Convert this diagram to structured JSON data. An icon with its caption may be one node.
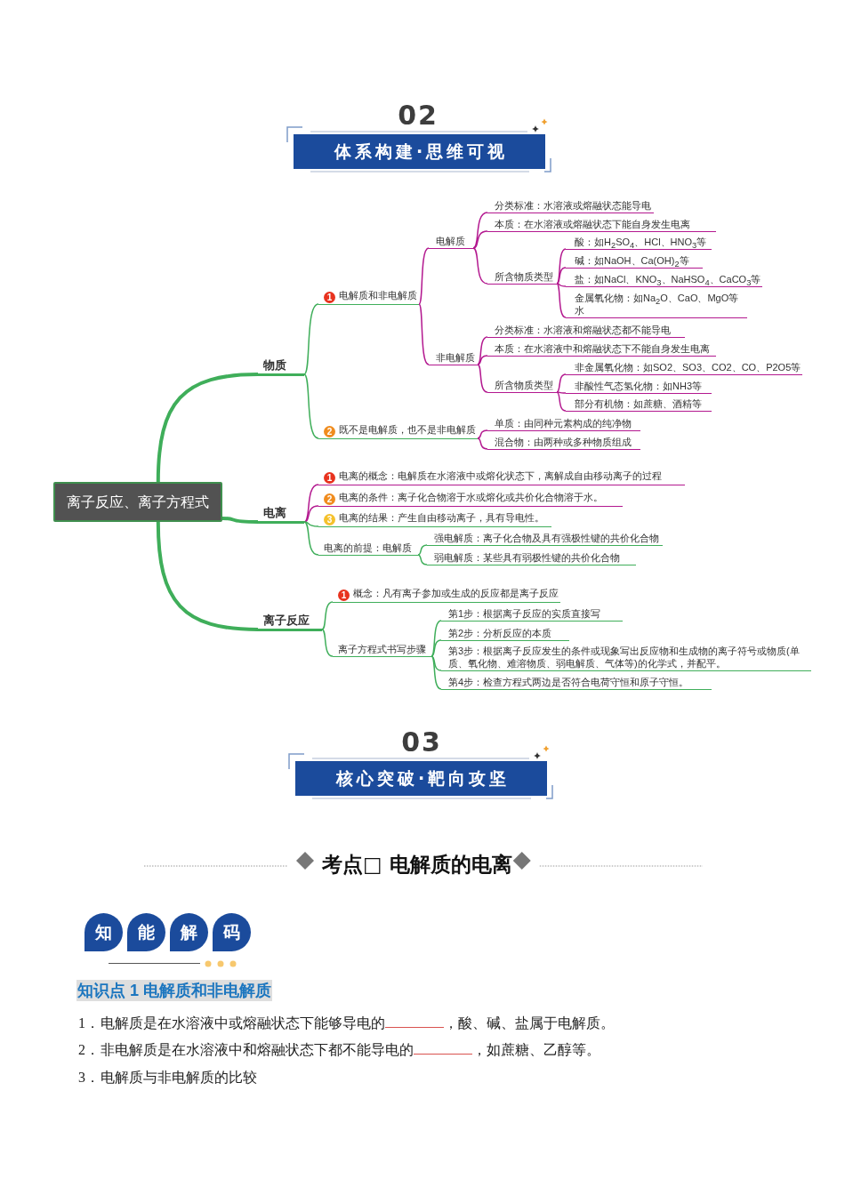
{
  "diagram": {
    "nodes": [
      {
        "text": [
          "离子反应、离子方程式"
        ]
      },
      {
        "text": [
          "物质"
        ]
      },
      {
        "text": [
          "1",
          "电解质和非电解质"
        ]
      },
      {
        "text": [
          "电解质"
        ]
      },
      {
        "text": [
          "分类标准：水溶液或熔融状态能导电"
        ]
      },
      {
        "text": [
          "本质：在水溶液或熔融状态下能自身发生电离"
        ]
      },
      {
        "text": [
          "所含物质类型"
        ]
      },
      {
        "text": [
          "酸：如H$_{2}$SO$_{4}$、HCl、HNO$_{3}$等"
        ]
      },
      {
        "text": [
          "碱：如NaOH、Ca(OH)$_{2}$等"
        ]
      },
      {
        "text": [
          "盐：如NaCl、KNO$_{3}$、NaHSO$_{4}$、CaCO$_{3}$等"
        ]
      },
      {
        "text": [
          "金属氧化物：如Na$_{2}$O、CaO、MgO等",
          "水"
        ]
      },
      {
        "text": [
          "非电解质"
        ]
      },
      {
        "text": [
          "分类标准：水溶液和熔融状态都不能导电"
        ]
      },
      {
        "text": [
          "本质：在水溶液中和熔融状态下不能自身发生电离"
        ]
      },
      {
        "text": [
          "所含物质类型"
        ]
      },
      {
        "text": [
          "非金属氧化物：如SO2、SO3、CO2、CO、P2O5等"
        ]
      },
      {
        "text": [
          "非酸性气态氢化物：如NH3等"
        ]
      },
      {
        "text": [
          "部分有机物：如蔗糖、酒精等"
        ]
      },
      {
        "text": [
          "2",
          "既不是电解质，也不是非电解质"
        ]
      },
      {
        "text": [
          "单质：由同种元素构成的纯净物"
        ]
      },
      {
        "text": [
          "混合物：由两种或多种物质组成"
        ]
      },
      {
        "text": [
          "电离"
        ]
      },
      {
        "text": [
          "1",
          "电离的概念：电解质在水溶液中或熔化状态下，离解成自由移动离子的过程"
        ]
      },
      {
        "text": [
          "2",
          "电离的条件：离子化合物溶于水或熔化或共价化合物溶于水。"
        ]
      },
      {
        "text": [
          "3",
          "电离的结果：产生自由移动离子，具有导电性。"
        ]
      },
      {
        "text": [
          "电离的前提：电解质"
        ]
      },
      {
        "text": [
          "强电解质：离子化合物及具有强极性键的共价化合物"
        ]
      },
      {
        "text": [
          "弱电解质：某些具有弱极性键的共价化合物"
        ]
      },
      {
        "text": [
          "离子反应"
        ]
      },
      {
        "text": [
          "1",
          "概念：凡有离子参加或生成的反应都是离子反应"
        ]
      },
      {
        "text": [
          "离子方程式书写步骤"
        ]
      },
      {
        "text": [
          "第1步：根据离子反应的实质直接写"
        ]
      },
      {
        "text": [
          "第2步：分析反应的本质"
        ]
      },
      {
        "text": [
          "第3步：根据离子反应发生的条件或现象写出反应物和生成物的离子符号或物质(单质、氧化物、难溶物质、弱电解质、气体等)的化学式，并配平。"
        ]
      },
      {
        "text": [
          "第4步：检查方程式两边是否符合电荷守恒和原子守恒。"
        ]
      }
    ],
    "edges": [
      {
        "from": 0,
        "to": 1,
        "arrow": "none",
        "style": "thick",
        "color": "#3fae5a"
      },
      {
        "from": 0,
        "to": 21,
        "arrow": "none",
        "style": "thick",
        "color": "#3fae5a"
      },
      {
        "from": 0,
        "to": 28,
        "arrow": "none",
        "style": "thick",
        "color": "#3fae5a"
      },
      {
        "from": 1,
        "to": 2,
        "arrow": "none",
        "color": "#3fae5a"
      },
      {
        "from": 1,
        "to": 18,
        "arrow": "none",
        "color": "#3fae5a"
      },
      {
        "from": 2,
        "to": 3,
        "arrow": "none"
      },
      {
        "from": 2,
        "to": 11,
        "arrow": "none"
      },
      {
        "from": 3,
        "to": 4,
        "arrow": "none"
      },
      {
        "from": 3,
        "to": 5,
        "arrow": "none"
      },
      {
        "from": 3,
        "to": 6,
        "arrow": "none"
      },
      {
        "from": 6,
        "to": 7,
        "arrow": "none"
      },
      {
        "from": 6,
        "to": 8,
        "arrow": "none"
      },
      {
        "from": 6,
        "to": 9,
        "arrow": "none"
      },
      {
        "from": 6,
        "to": 10,
        "arrow": "none"
      },
      {
        "from": 11,
        "to": 12,
        "arrow": "none"
      },
      {
        "from": 11,
        "to": 13,
        "arrow": "none"
      },
      {
        "from": 11,
        "to": 14,
        "arrow": "none"
      },
      {
        "from": 14,
        "to": 15,
        "arrow": "none"
      },
      {
        "from": 14,
        "to": 16,
        "arrow": "none"
      },
      {
        "from": 14,
        "to": 17,
        "arrow": "none"
      },
      {
        "from": 18,
        "to": 19,
        "arrow": "none"
      },
      {
        "from": 18,
        "to": 20,
        "arrow": "none"
      },
      {
        "from": 21,
        "to": 22,
        "arrow": "none"
      },
      {
        "from": 21,
        "to": 23,
        "arrow": "none"
      },
      {
        "from": 21,
        "to": 24,
        "arrow": "none",
        "color": "#3fae5a"
      },
      {
        "from": 21,
        "to": 25,
        "arrow": "none",
        "color": "#3fae5a"
      },
      {
        "from": 25,
        "to": 26,
        "arrow": "none",
        "color": "#3fae5a"
      },
      {
        "from": 25,
        "to": 27,
        "arrow": "none",
        "color": "#3fae5a"
      },
      {
        "from": 28,
        "to": 29,
        "arrow": "none",
        "color": "#3fae5a"
      },
      {
        "from": 28,
        "to": 30,
        "arrow": "none",
        "color": "#3fae5a"
      },
      {
        "from": 30,
        "to": 31,
        "arrow": "none",
        "color": "#3fae5a"
      },
      {
        "from": 30,
        "to": 32,
        "arrow": "none",
        "color": "#3fae5a"
      },
      {
        "from": 30,
        "to": 33,
        "arrow": "none",
        "color": "#3fae5a"
      },
      {
        "from": 30,
        "to": 34,
        "arrow": "none",
        "color": "#3fae5a"
      }
    ],
    "labels": [
      "02",
      "体系构建·思维可视",
      "03",
      "核心突破·靶向攻坚",
      "考点□ 电解质的电离",
      "知",
      "能",
      "解",
      "码",
      "知识点 1 电解质和非电解质",
      "1．",
      "电解质是在水溶液中或熔融状态下能够导电的",
      "，酸、碱、盐属于电解质。",
      "2．",
      "非电解质是在水溶液中和熔融状态下都不能导电的",
      "，如蔗糖、乙醇等。",
      "3．",
      "电解质与非电解质的比较"
    ]
  }
}
